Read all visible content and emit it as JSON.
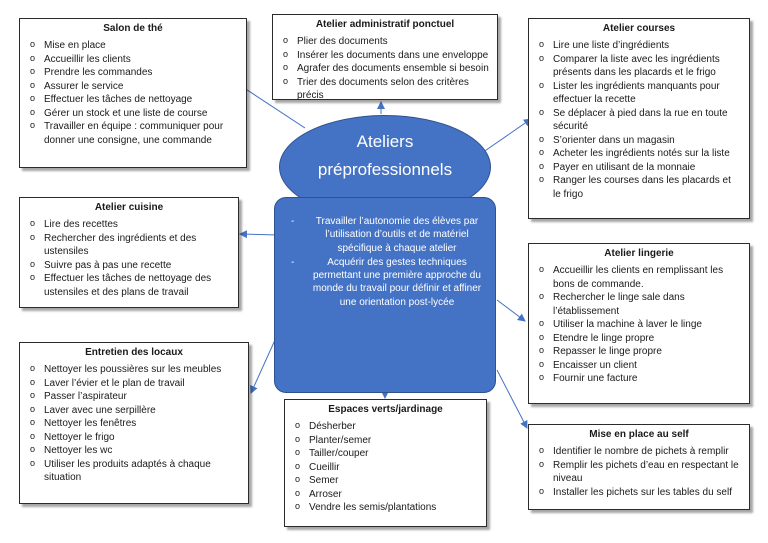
{
  "center": {
    "title_line1": "Ateliers",
    "title_line2": "préprofessionnels",
    "goals": [
      "Travailler l’autonomie des élèves par l’utilisation d’outils et de matériel spécifique à chaque atelier",
      "Acquérir des gestes techniques permettant une première approche du monde du travail pour définir et affiner une orientation post-lycée"
    ]
  },
  "workshops": {
    "salon_the": {
      "title": "Salon de thé",
      "items": [
        "Mise en place",
        "Accueillir les clients",
        "Prendre les commandes",
        "Assurer le service",
        "Effectuer les tâches de nettoyage",
        "Gérer un stock et une liste de course",
        "Travailler en équipe : communiquer pour donner une consigne, une commande"
      ]
    },
    "admin": {
      "title": "Atelier administratif ponctuel",
      "items": [
        "Plier des documents",
        "Insérer les documents dans une enveloppe",
        "Agrafer des documents ensemble si besoin",
        "Trier des documents selon des critères précis"
      ]
    },
    "courses": {
      "title": "Atelier courses",
      "items": [
        "Lire une liste d’ingrédients",
        "Comparer la liste avec les ingrédients présents dans les placards et le frigo",
        "Lister les ingrédients manquants pour effectuer la recette",
        "Se déplacer à pied dans la rue en toute sécurité",
        "S’orienter dans un magasin",
        "Acheter les ingrédients notés sur la liste",
        "Payer en utilisant de la monnaie",
        "Ranger les courses dans les placards et le frigo"
      ]
    },
    "cuisine": {
      "title": "Atelier cuisine",
      "items": [
        "Lire des recettes",
        "Rechercher des ingrédients et des ustensiles",
        "Suivre pas à pas une recette",
        "Effectuer les tâches de nettoyage des ustensiles et des plans de travail"
      ]
    },
    "lingerie": {
      "title": "Atelier lingerie",
      "items": [
        "Accueillir les clients en remplissant les bons de commande.",
        "Rechercher le linge sale dans l’établissement",
        "Utiliser la machine à laver le linge",
        "Etendre le linge propre",
        "Repasser le linge propre",
        "Encaisser un client",
        "Fournir une facture"
      ]
    },
    "entretien": {
      "title": "Entretien des locaux",
      "items": [
        "Nettoyer les poussières sur les meubles",
        "Laver l’évier et le plan de travail",
        "Passer l’aspirateur",
        "Laver avec une serpillère",
        "Nettoyer les fenêtres",
        "Nettoyer le frigo",
        "Nettoyer les wc",
        "Utiliser les produits adaptés à chaque situation"
      ]
    },
    "espaces_verts": {
      "title": "Espaces verts/jardinage",
      "items": [
        "Désherber",
        "Planter/semer",
        "Tailler/couper",
        "Cueillir",
        "Semer",
        "Arroser",
        "Vendre les semis/plantations"
      ]
    },
    "self": {
      "title": "Mise en place au self",
      "items": [
        "Identifier le nombre de pichets à remplir",
        "Remplir les pichets d’eau en respectant le niveau",
        "Installer les pichets sur les tables du self"
      ]
    }
  },
  "colors": {
    "shape_fill": "#4472c4",
    "shape_border": "#2f528f",
    "arrow": "#4472c4"
  }
}
